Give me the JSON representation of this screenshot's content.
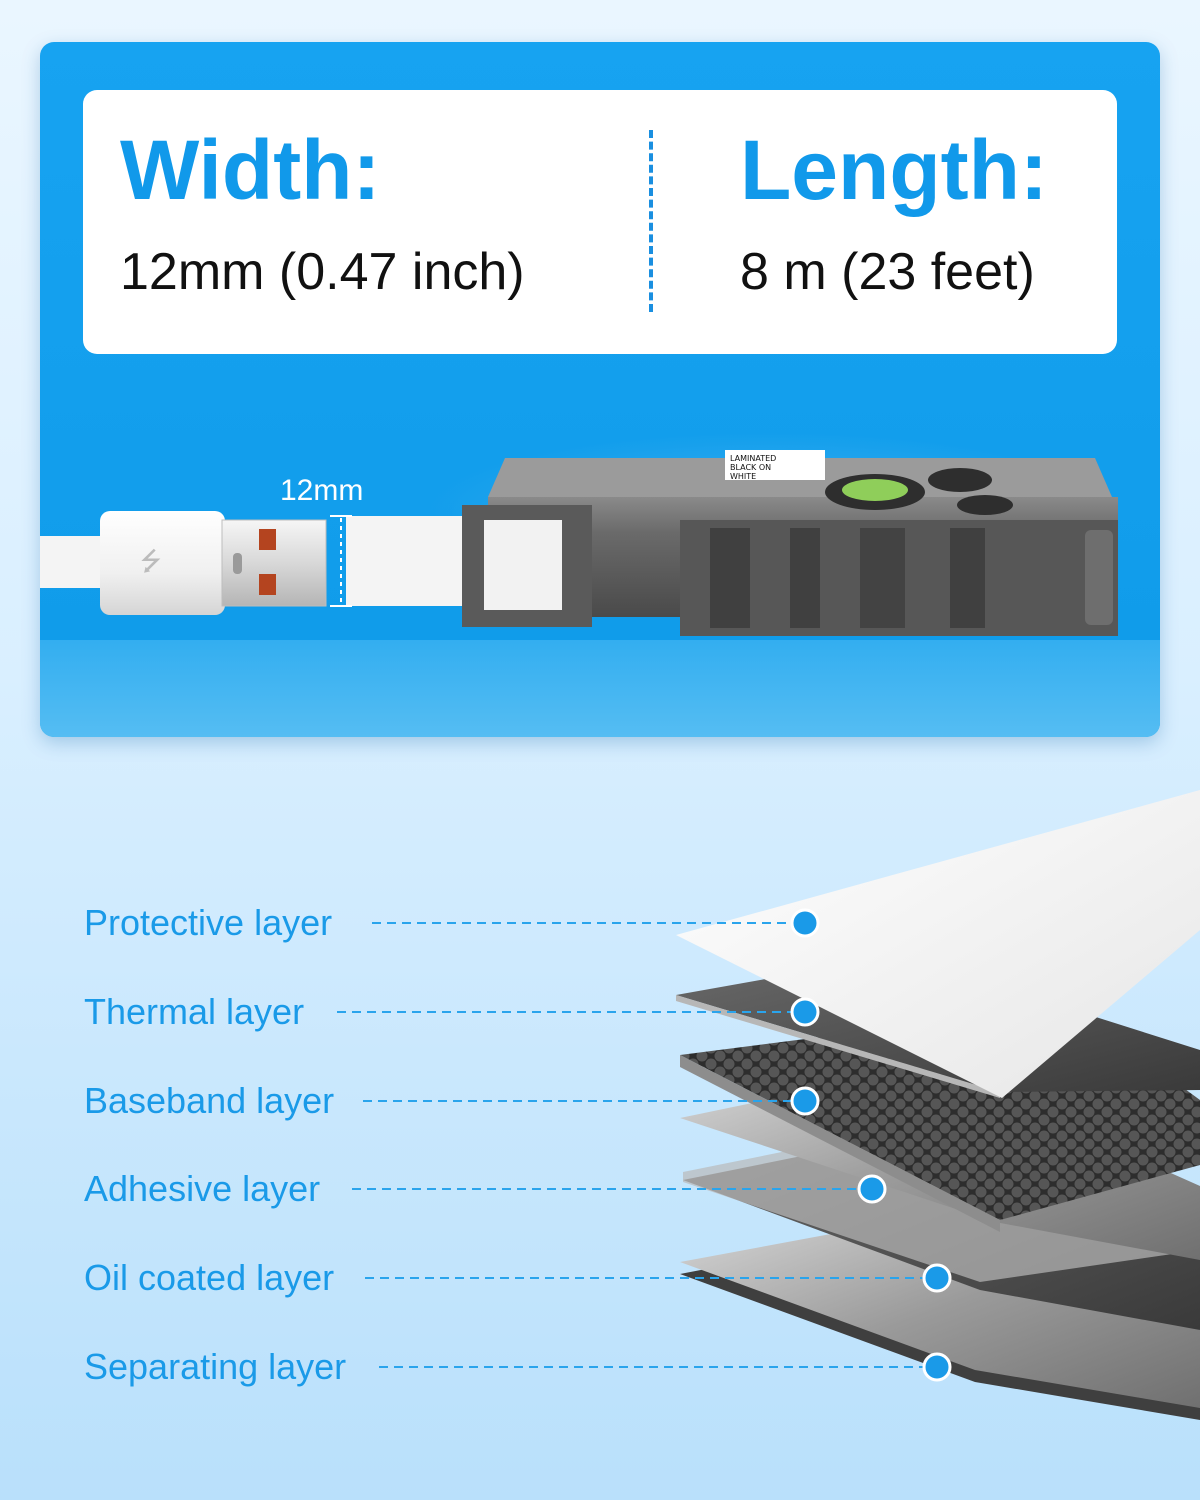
{
  "specs": {
    "width": {
      "title": "Width:",
      "value": "12mm (0.47 inch)"
    },
    "length": {
      "title": "Length:",
      "value": "8 m (23 feet)"
    }
  },
  "dimension_label": "12mm",
  "cartridge_label_lines": [
    "LAMINATED",
    "BLACK ON",
    "WHITE"
  ],
  "layers": [
    {
      "name": "Protective layer"
    },
    {
      "name": "Thermal layer"
    },
    {
      "name": "Baseband layer"
    },
    {
      "name": "Adhesive layer"
    },
    {
      "name": "Oil coated layer"
    },
    {
      "name": "Separating layer"
    }
  ],
  "colors": {
    "accent": "#1199ea",
    "panel": "#14a0ef",
    "marker": "#1a9ae8"
  }
}
